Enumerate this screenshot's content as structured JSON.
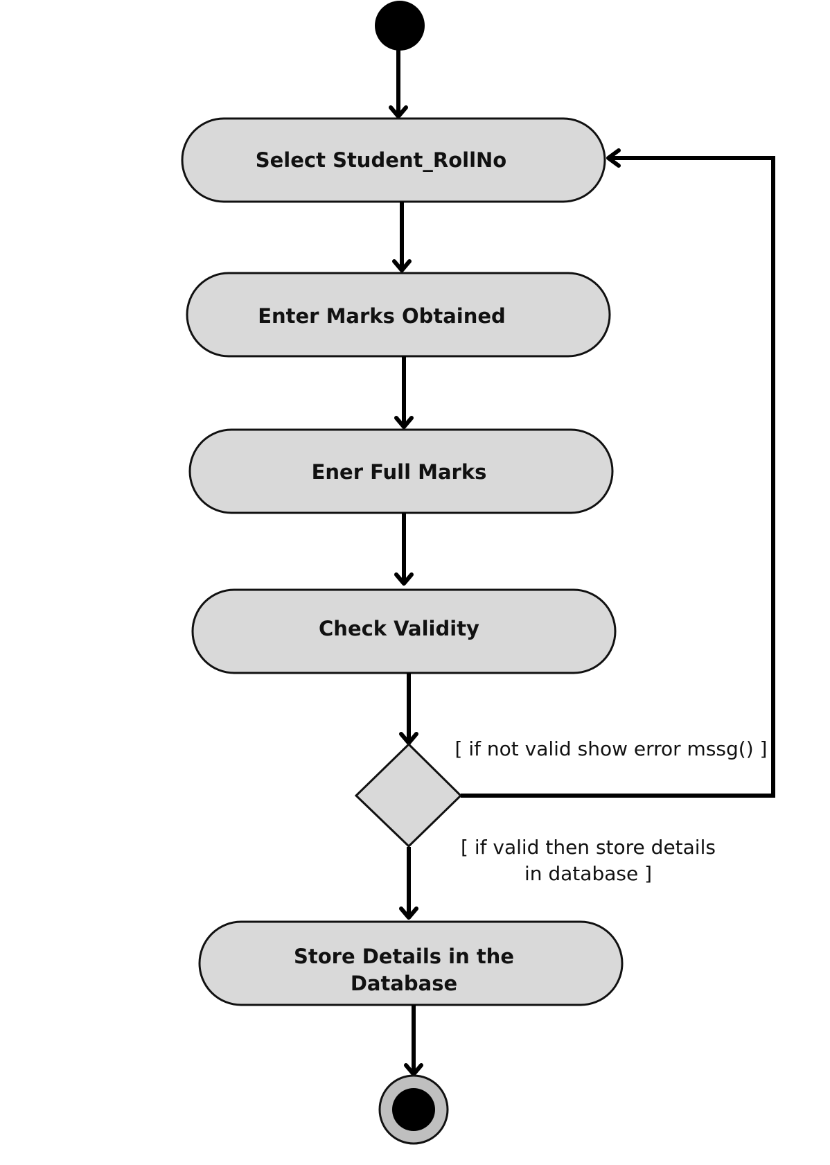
{
  "diagram": {
    "type": "uml-activity-diagram",
    "colors": {
      "node_fill": "#d9d9d9",
      "stroke": "#111111",
      "initial_node": "#000000",
      "final_ring": "#bfbfbf"
    },
    "activities": [
      {
        "id": "select",
        "label": "Select Student_RollNo"
      },
      {
        "id": "marks",
        "label": "Enter Marks Obtained"
      },
      {
        "id": "full",
        "label": "Ener Full Marks"
      },
      {
        "id": "check",
        "label": "Check Validity"
      },
      {
        "id": "store",
        "label_line1": "Store Details in the",
        "label_line2": "Database"
      }
    ],
    "decision": {
      "guard_invalid": "[ if not valid show error mssg() ]",
      "guard_valid_line1": "[ if valid then store details",
      "guard_valid_line2": "in database ]"
    }
  }
}
